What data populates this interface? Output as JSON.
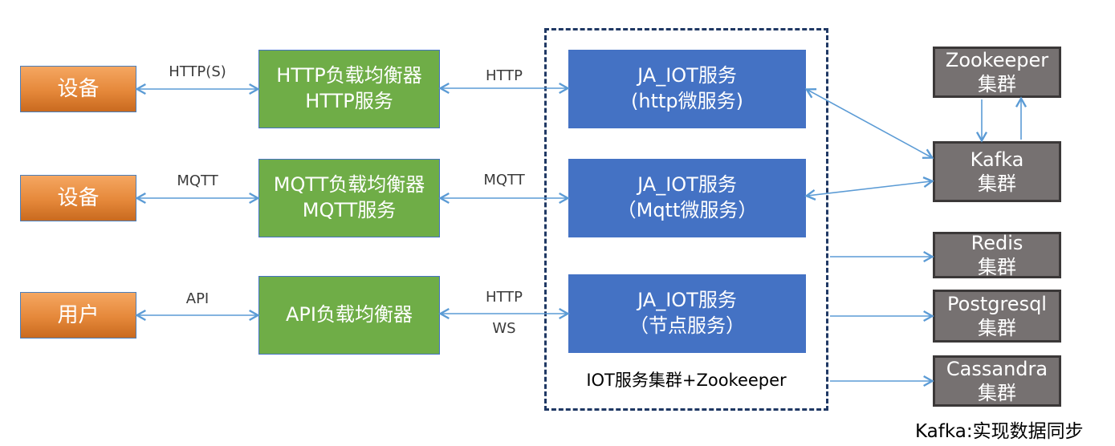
{
  "diagram": {
    "left_nodes": [
      {
        "label": "设备"
      },
      {
        "label": "设备"
      },
      {
        "label": "用户"
      }
    ],
    "balancer_nodes": [
      {
        "line1": "HTTP负载均衡器",
        "line2": "HTTP服务"
      },
      {
        "line1": "MQTT负载均衡器",
        "line2": "MQTT服务"
      },
      {
        "line1": "API负载均衡器",
        "line2": ""
      }
    ],
    "service_nodes": [
      {
        "line1": "JA_IOT服务",
        "line2": "(http微服务)"
      },
      {
        "line1": "JA_IOT服务",
        "line2": "（Mqtt微服务）"
      },
      {
        "line1": "JA_IOT服务",
        "line2": "（节点服务）"
      }
    ],
    "cluster_box_label": "IOT服务集群+Zookeeper",
    "right_nodes": [
      {
        "line1": "Zookeeper",
        "line2": "集群"
      },
      {
        "line1": "Kafka",
        "line2": "集群"
      },
      {
        "line1": "Redis",
        "line2": "集群"
      },
      {
        "line1": "Postgresql",
        "line2": "集群"
      },
      {
        "line1": "Cassandra",
        "line2": "集群"
      }
    ],
    "edge_labels": {
      "device_http": "HTTP(S)",
      "http_lb_service": "HTTP",
      "device_mqtt": "MQTT",
      "mqtt_lb_service": "MQTT",
      "user_api": "API",
      "api_lb_service_http": "HTTP",
      "api_lb_service_ws": "WS"
    },
    "caption": "Kafka:实现数据同步",
    "colors": {
      "orange_top": "#F5A761",
      "orange_bottom": "#C96A1F",
      "green": "#6FAD47",
      "blue": "#4472C4",
      "gray": "#767171",
      "gray_border": "#3B3838",
      "arrow": "#5B9BD5",
      "dashed_border": "#1F3864"
    }
  }
}
